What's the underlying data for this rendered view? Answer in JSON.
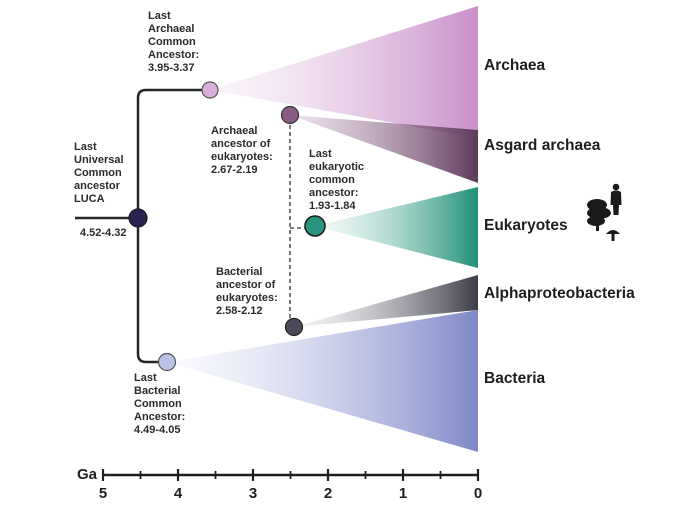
{
  "diagram": {
    "root": {
      "label": "Last\nUniversal\nCommon\nancestor\nLUCA",
      "age": "4.52-4.32",
      "color": "#2a2150"
    },
    "nodes": {
      "archaeal_lca": {
        "label": "Last\nArchaeal\nCommon\nAncestor:\n3.95-3.37",
        "color": "#d8b0db"
      },
      "archaeal_eukaryote_ancestor": {
        "label": "Archaeal\nancestor of\neukaryotes:\n2.67-2.19",
        "color": "#8a5a86"
      },
      "leca": {
        "label": "Last\neukaryotic\ncommon\nancestor:\n1.93-1.84",
        "color": "#2a9480"
      },
      "bacterial_eukaryote_ancestor": {
        "label": "Bacterial\nancestor of\neukaryotes:\n2.58-2.12",
        "color": "#4a4a5a"
      },
      "bacterial_lca": {
        "label": "Last\nBacterial\nCommon\nAncestor:\n4.49-4.05",
        "color": "#b9c2e6"
      }
    },
    "groups": [
      {
        "name": "Archaea",
        "color": "#c98fc9"
      },
      {
        "name": "Asgard archaea",
        "color": "#5e3a5a"
      },
      {
        "name": "Eukaryotes",
        "color": "#1f8f78"
      },
      {
        "name": "Alphaproteobacteria",
        "color": "#3b3c47"
      },
      {
        "name": "Bacteria",
        "color": "#7e88c8"
      }
    ],
    "axis": {
      "unit": "Ga",
      "ticks": [
        "5",
        "4",
        "3",
        "2",
        "1",
        "0"
      ]
    },
    "icons": [
      "human-silhouette-icon",
      "tree-icon",
      "mushroom-icon"
    ]
  }
}
